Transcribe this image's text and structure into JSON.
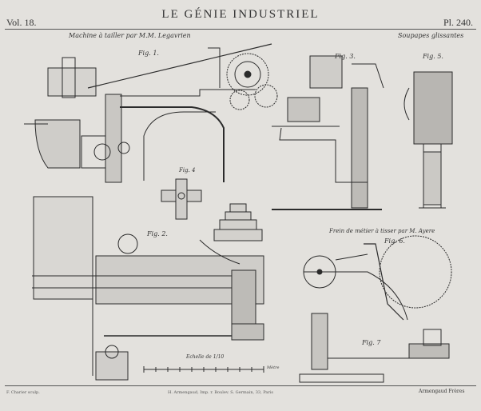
{
  "header": {
    "volume": "Vol. 18.",
    "title": "LE GÉNIE INDUSTRIEL",
    "plate": "Pl. 240."
  },
  "captions": {
    "machine": "Machine à tailler par M.M. Legavrien",
    "soupapes": "Soupapes glissantes",
    "frein": "Frein de métier à tisser par M. Ayere",
    "echelle": "Echelle de 1/10",
    "metre": "Mètre"
  },
  "figures": {
    "fig1": "Fig. 1.",
    "fig2": "Fig. 2.",
    "fig3": "Fig. 3.",
    "fig4": "Fig. 4",
    "fig5": "Fig. 5.",
    "fig6": "Fig. 6.",
    "fig7": "Fig. 7"
  },
  "footer": {
    "engraver": "F. Charier sculp.",
    "printer": "H. Armengaud, Imp. r. Boulev. S. Germain, 33, Paris",
    "publisher": "Armengaud Frères"
  }
}
